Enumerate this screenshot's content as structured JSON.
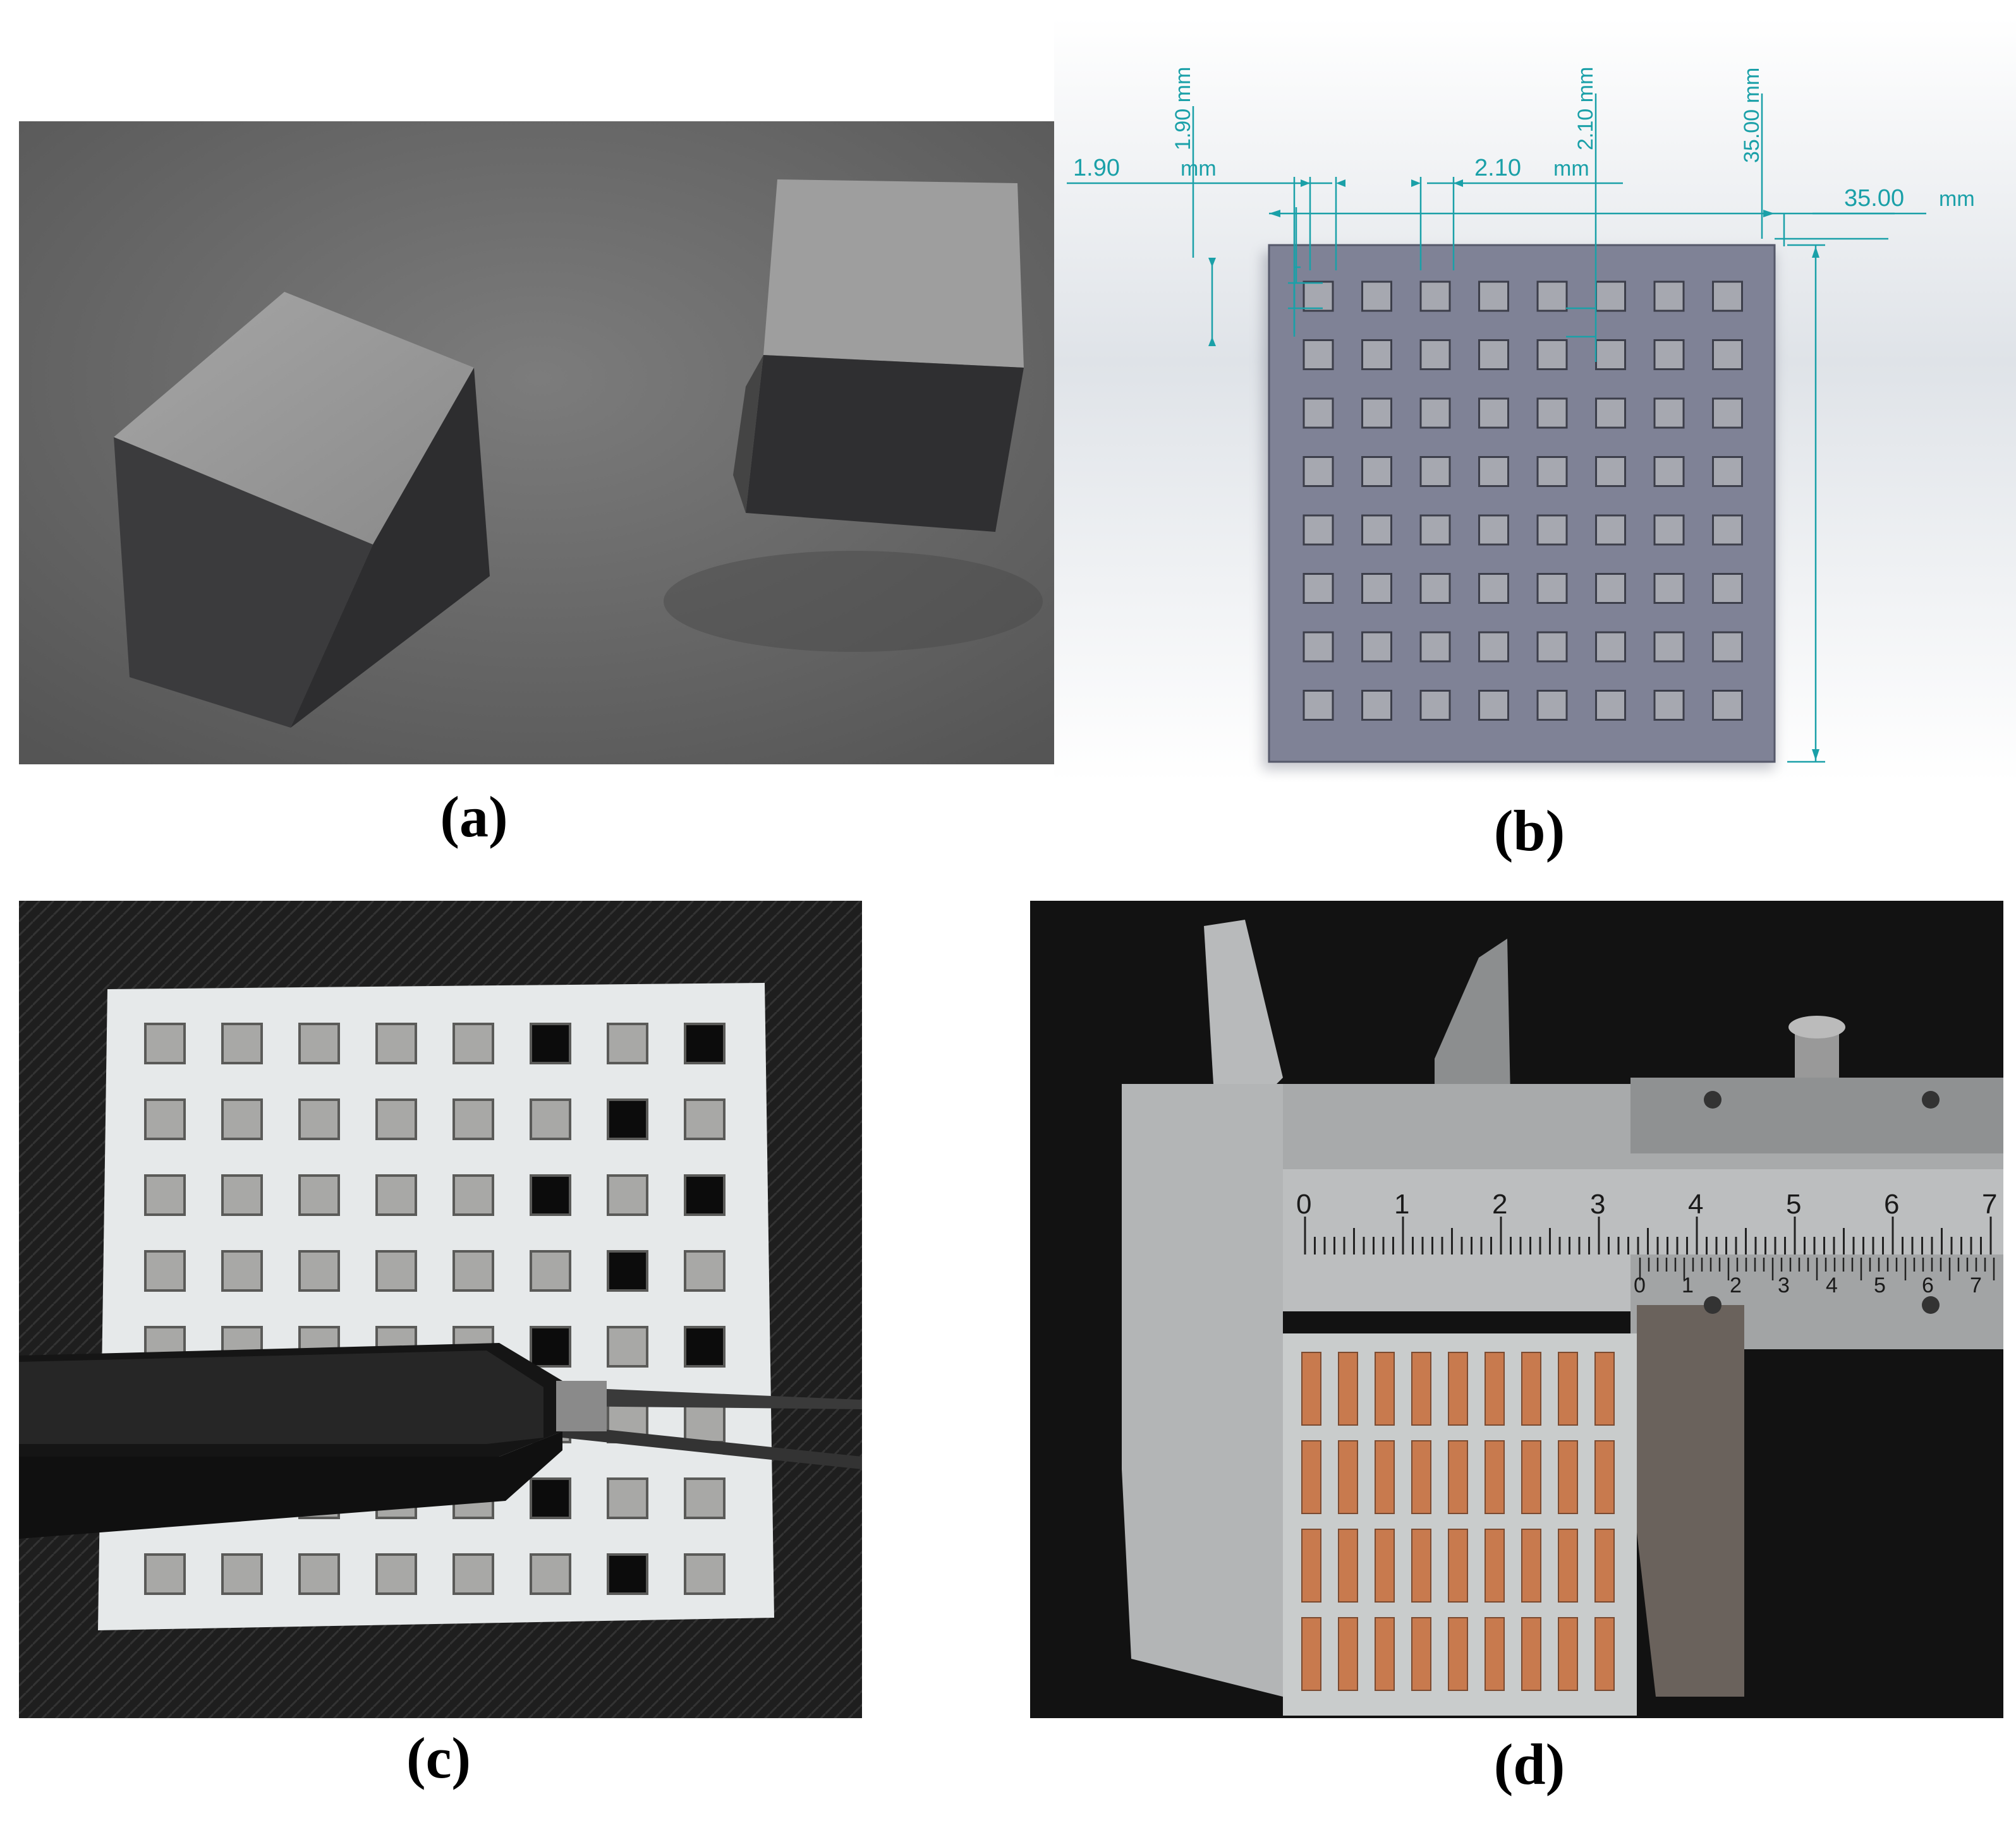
{
  "captions": {
    "a": "(a)",
    "b": "(b)",
    "c": "(c)",
    "d": "(d)"
  },
  "panel_b": {
    "dim_1_90_value": "1.90",
    "dim_1_90_unit": "mm",
    "dim_1_90_vertical": "1.90 mm",
    "dim_2_10_horizontal_value": "2.10",
    "dim_2_10_horizontal_unit": "mm",
    "dim_2_10_vertical": "2.10 mm",
    "dim_35_horizontal_value": "35.00",
    "dim_35_horizontal_unit": "mm",
    "dim_35_vertical": "35.00 mm",
    "grid_rows": 8,
    "grid_cols": 8,
    "colors": {
      "dimension": "#1aa0a8",
      "plate": "#7f8296"
    }
  },
  "panel_c": {
    "grid_rows": 8,
    "grid_cols": 8,
    "colors": {
      "substrate": "#e6e9ea",
      "background": "#1c1c1c"
    }
  },
  "panel_d": {
    "main_scale_labels": [
      "0",
      "1",
      "2",
      "3",
      "4",
      "5",
      "6",
      "7"
    ],
    "vernier_scale_labels": [
      "0",
      "1",
      "2",
      "3",
      "4",
      "5",
      "6",
      "7"
    ],
    "colors": {
      "copper": "#c87a4e",
      "caliper": "#a8aaab"
    }
  }
}
